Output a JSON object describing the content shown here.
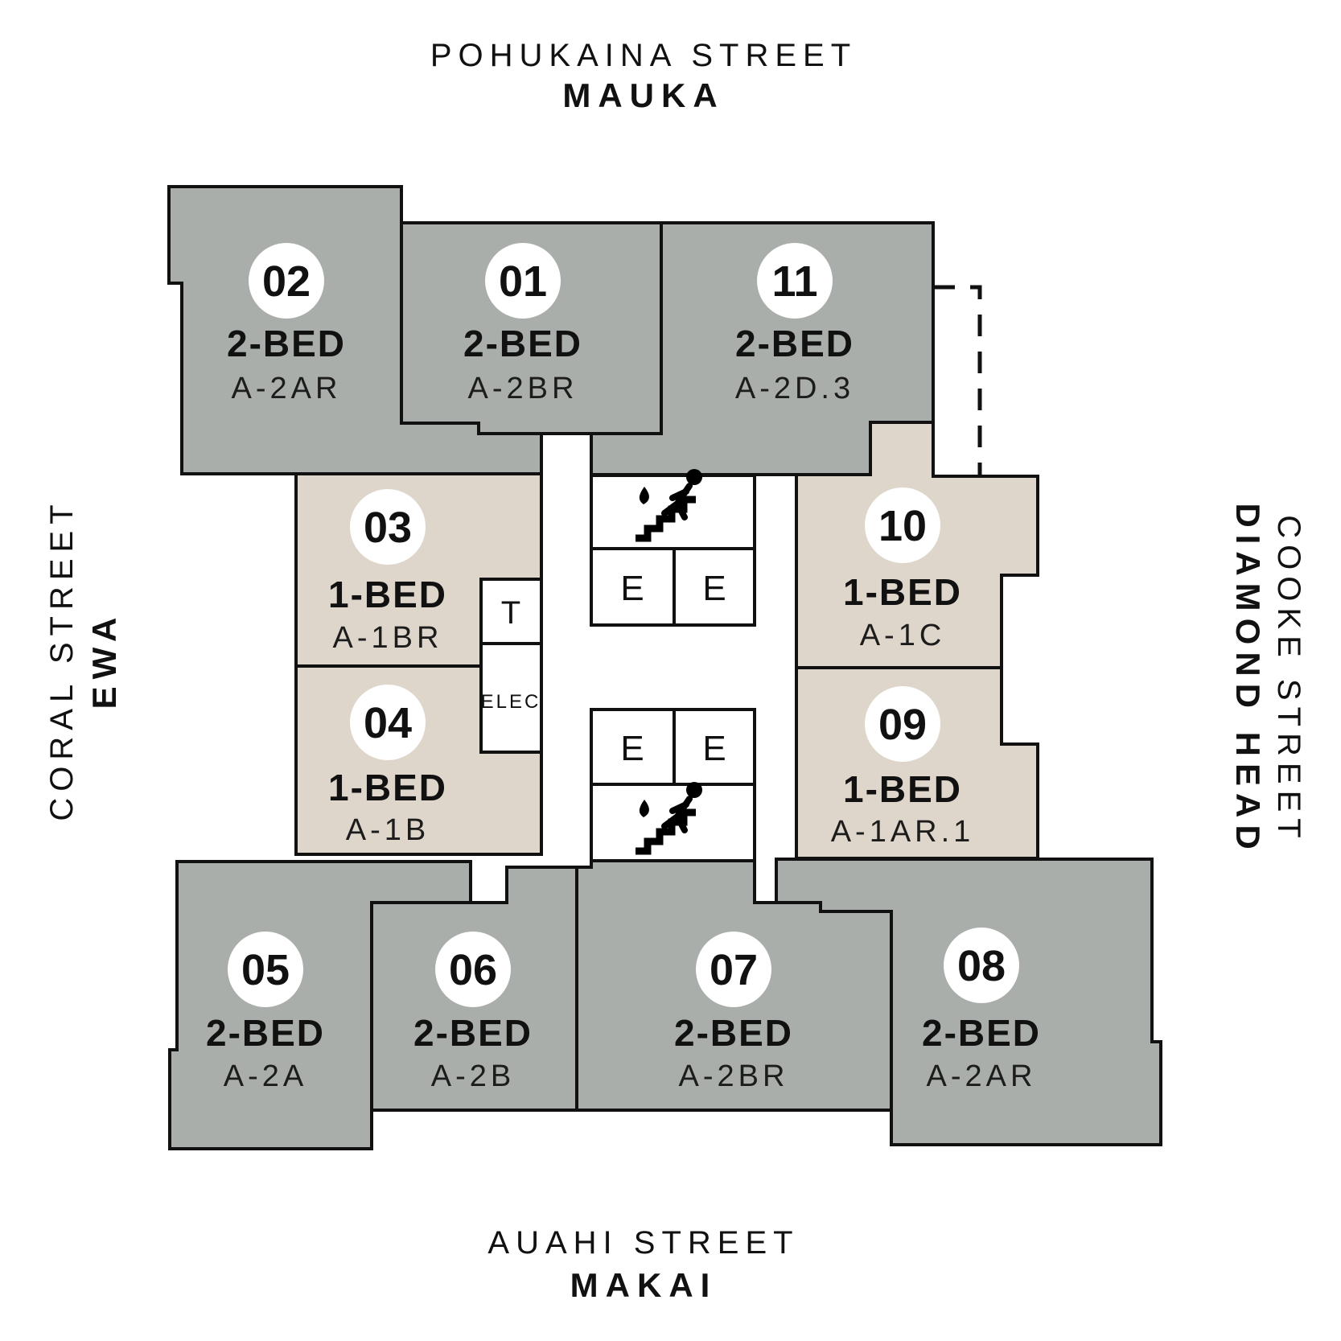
{
  "streets": {
    "top": {
      "name": "POHUKAINA STREET",
      "direction": "MAUKA"
    },
    "bottom": {
      "name": "AUAHI STREET",
      "direction": "MAKAI"
    },
    "left": {
      "name": "CORAL STREET",
      "direction": "EWA"
    },
    "right": {
      "name": "COOKE STREET",
      "direction": "DIAMOND HEAD"
    }
  },
  "core": {
    "elevator_label": "E",
    "telecom_label": "T",
    "electrical_label": "ELEC"
  },
  "units": [
    {
      "number": "01",
      "bed": "2-BED",
      "type": "A-2BR"
    },
    {
      "number": "02",
      "bed": "2-BED",
      "type": "A-2AR"
    },
    {
      "number": "03",
      "bed": "1-BED",
      "type": "A-1BR"
    },
    {
      "number": "04",
      "bed": "1-BED",
      "type": "A-1B"
    },
    {
      "number": "05",
      "bed": "2-BED",
      "type": "A-2A"
    },
    {
      "number": "06",
      "bed": "2-BED",
      "type": "A-2B"
    },
    {
      "number": "07",
      "bed": "2-BED",
      "type": "A-2BR"
    },
    {
      "number": "08",
      "bed": "2-BED",
      "type": "A-2AR"
    },
    {
      "number": "09",
      "bed": "1-BED",
      "type": "A-1AR.1"
    },
    {
      "number": "10",
      "bed": "1-BED",
      "type": "A-1C"
    },
    {
      "number": "11",
      "bed": "2-BED",
      "type": "A-2D.3"
    }
  ],
  "colors": {
    "two_bed_fill": "#a9aeaa",
    "one_bed_fill": "#ded6cb",
    "outline": "#111111",
    "background": "#ffffff"
  }
}
